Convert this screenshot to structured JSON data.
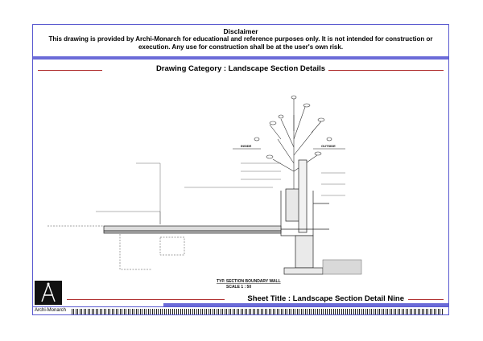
{
  "disclaimer": {
    "title": "Disclaimer",
    "text": "This drawing is provided by Archi-Monarch for educational and reference purposes only. It is not intended for construction or execution. Any use for construction shall be at the user's own risk."
  },
  "category": {
    "label": "Drawing Category : Landscape Section Details"
  },
  "drawing": {
    "inside_label": "INSIDE",
    "outside_label": "OUTSIDE",
    "caption_title": "TYP. SECTION BOUNDARY WALL",
    "caption_scale": "SCALE 1 : 50"
  },
  "sheet": {
    "title": "Sheet Title : Landscape Section Detail Nine"
  },
  "brand": {
    "name": "Archi-Monarch"
  },
  "colors": {
    "accent_bar": "#6b6bd8",
    "rule_line": "#b03030"
  },
  "icons": {
    "logo": "monarch-logo-icon"
  }
}
